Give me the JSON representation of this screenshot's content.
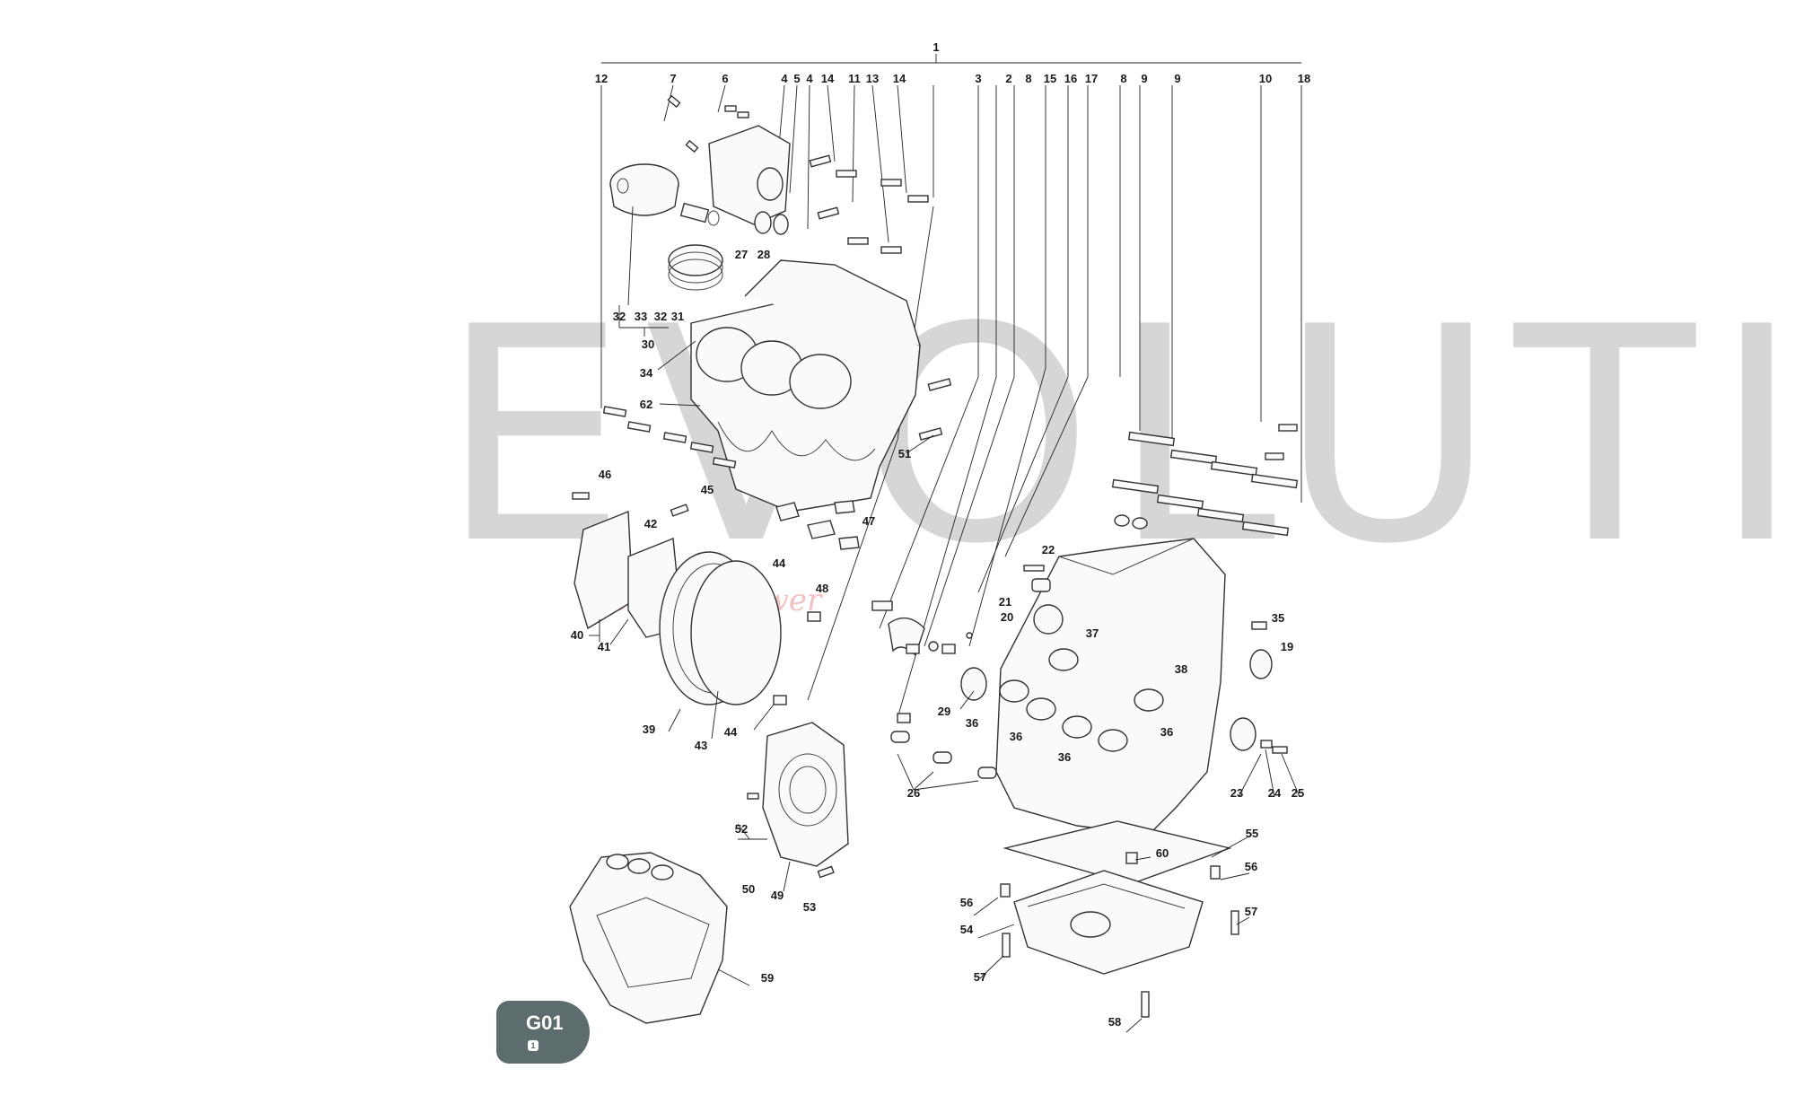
{
  "watermark": {
    "main": "EVOLUTION BIKE",
    "tagline": "engine power"
  },
  "badge": {
    "code": "G01",
    "sub": "1"
  },
  "callouts": {
    "n1": "1",
    "n2": "2",
    "n3": "3",
    "n4a": "4",
    "n4b": "4",
    "n5": "5",
    "n6": "6",
    "n7": "7",
    "n8a": "8",
    "n8b": "8",
    "n9a": "9",
    "n9b": "9",
    "n10": "10",
    "n11": "11",
    "n12": "12",
    "n13": "13",
    "n14a": "14",
    "n14b": "14",
    "n15": "15",
    "n16": "16",
    "n17": "17",
    "n18": "18",
    "n19": "19",
    "n20": "20",
    "n21": "21",
    "n22": "22",
    "n23": "23",
    "n24": "24",
    "n25": "25",
    "n26": "26",
    "n27": "27",
    "n28": "28",
    "n29": "29",
    "n30": "30",
    "n31": "31",
    "n32a": "32",
    "n32b": "32",
    "n33": "33",
    "n34": "34",
    "n35": "35",
    "n36a": "36",
    "n36b": "36",
    "n36c": "36",
    "n36d": "36",
    "n37": "37",
    "n38": "38",
    "n39": "39",
    "n40": "40",
    "n41": "41",
    "n42": "42",
    "n43": "43",
    "n44a": "44",
    "n44b": "44",
    "n45": "45",
    "n46": "46",
    "n47": "47",
    "n48": "48",
    "n49": "49",
    "n50": "50",
    "n51": "51",
    "n52": "52",
    "n53": "53",
    "n54": "54",
    "n55": "55",
    "n56a": "56",
    "n56b": "56",
    "n57a": "57",
    "n57b": "57",
    "n58": "58",
    "n59": "59",
    "n60": "60",
    "n62": "62"
  }
}
